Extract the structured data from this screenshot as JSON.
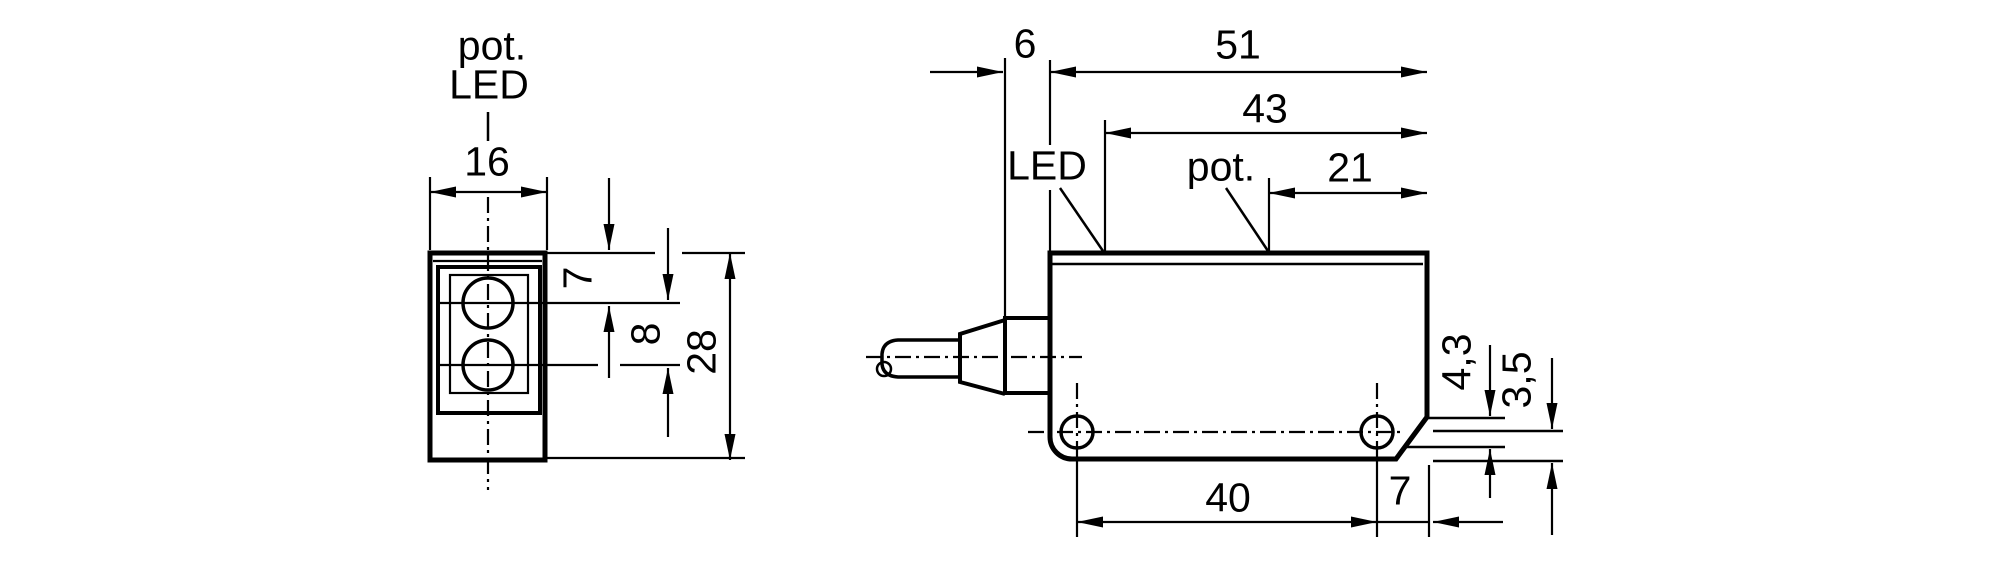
{
  "drawing": {
    "paper_color": "#ffffff",
    "ink_color": "#000000",
    "front_view": {
      "pot_label": "pot.",
      "led_label": "LED",
      "width_dim": "16",
      "lens_offset_dim": "7",
      "lens_spacing_dim": "8",
      "height_dim": "28"
    },
    "side_view": {
      "protrusion_dim": "6",
      "length_dim": "51",
      "upper_length_dim": "43",
      "pot_offset_dim": "21",
      "led_label": "LED",
      "pot_label": "pot.",
      "slot_depth_dim": "4,3",
      "slot_width_dim": "3,5",
      "hole_spacing_dim": "40",
      "hole_edge_dim": "7"
    }
  }
}
